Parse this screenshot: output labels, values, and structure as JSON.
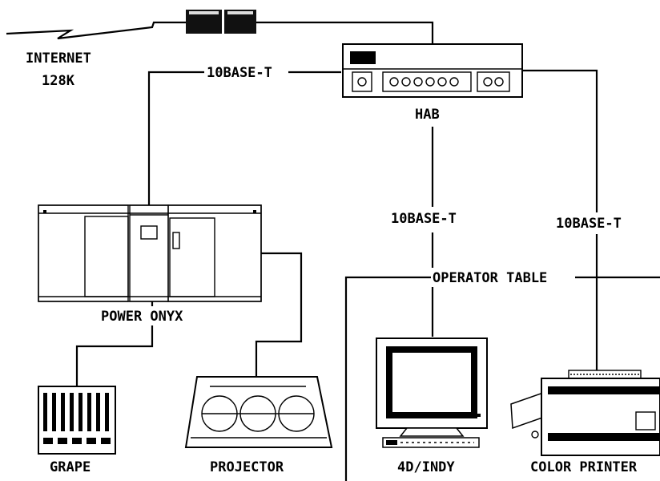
{
  "labels": {
    "internet": "INTERNET",
    "internet_speed": "128K",
    "link_top": "10BASE-T",
    "hub": "HAB",
    "link_mid": "10BASE-T",
    "link_right": "10BASE-T",
    "operator_table": "OPERATOR TABLE",
    "power_onyx": "POWER ONYX",
    "grape": "GRAPE",
    "projector": "PROJECTOR",
    "indy": "4D/INDY",
    "color_printer": "COLOR PRINTER"
  }
}
